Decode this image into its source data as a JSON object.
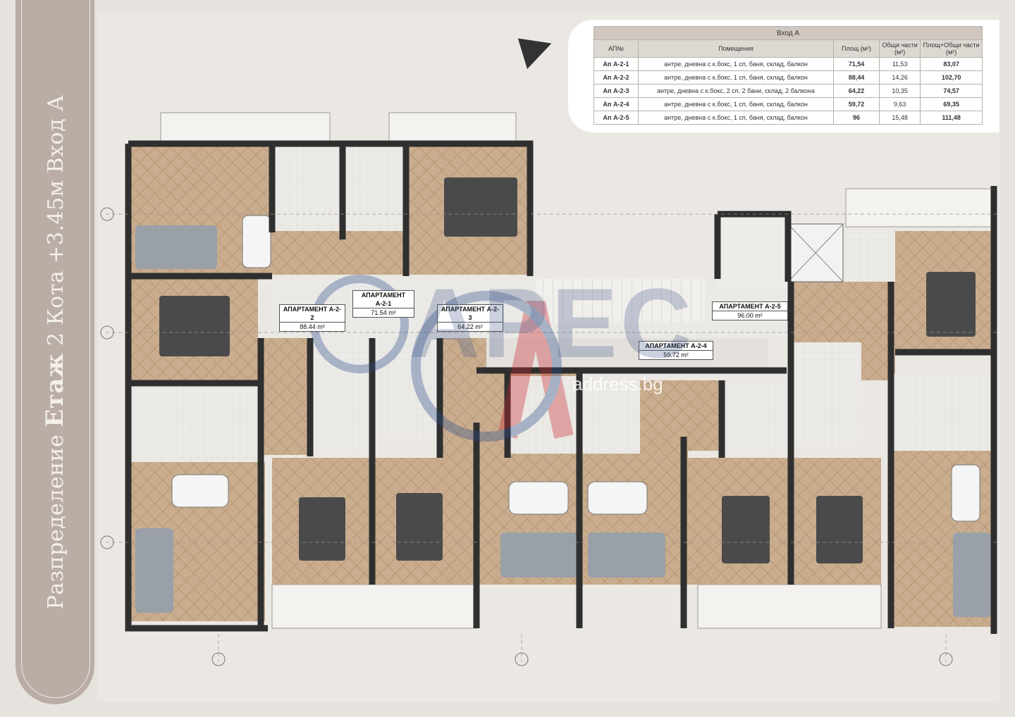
{
  "page": {
    "title_part1": "Разпределение ",
    "title_emph": "Етаж",
    "title_part2": " 2 Кота +3.45м Вход А"
  },
  "table": {
    "title": "Вход А",
    "headers": [
      "АП№",
      "Помещения",
      "Площ (м²)",
      "Общи части (м²)",
      "Площ+Общи части (м²)"
    ],
    "rows": [
      [
        "Ап А-2-1",
        "антре, дневна с к.бокс, 1 сп, баня, склад, балкон",
        "71,54",
        "11,53",
        "83,07"
      ],
      [
        "Ап А-2-2",
        "антре, дневна с к.бокс, 1 сп, баня, склад, балкон",
        "88,44",
        "14,26",
        "102,70"
      ],
      [
        "Ап А-2-3",
        "антре, дневна с к.бокс, 2 сп, 2 бани, склад, 2 балкона",
        "64,22",
        "10,35",
        "74,57"
      ],
      [
        "Ап А-2-4",
        "антре, дневна с к.бокс, 1 сп, баня, склад, балкон",
        "59,72",
        "9,63",
        "69,35"
      ],
      [
        "Ап А-2-5",
        "антре, дневна с к.бокс, 1 сп, баня, склад, балкон",
        "96",
        "15,48",
        "111,48"
      ]
    ]
  },
  "apartments": [
    {
      "name": "АПАРТАМЕНТ А-2-1",
      "area": "71.54 m²"
    },
    {
      "name": "АПАРТАМЕНТ А-2-2",
      "area": "88.44 m²"
    },
    {
      "name": "АПАРТАМЕНТ А-2-3",
      "area": "64.22 m²"
    },
    {
      "name": "АПАРТАМЕНТ А-2-4",
      "area": "59.72 m²"
    },
    {
      "name": "АПАРТАМЕНТ А-2-5",
      "area": "96.00 m²"
    }
  ],
  "watermark": {
    "brand": "АРЕС",
    "site": "address.bg"
  },
  "colors": {
    "wall": "#2f2f2f",
    "floor_wood": "#c7ab8b",
    "tile": "#e9e7e4",
    "accent_red": "#c8272d",
    "accent_blue": "#2c4d8a"
  }
}
